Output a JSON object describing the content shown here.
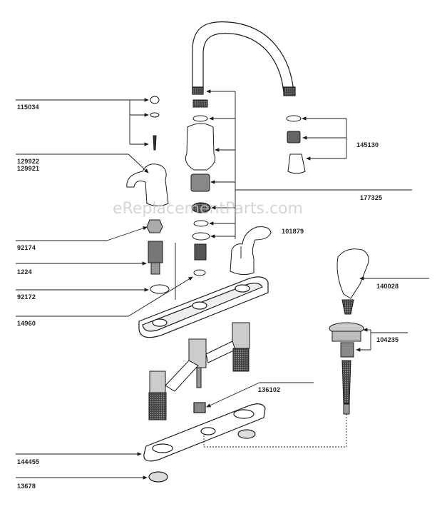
{
  "watermark": "eReplacementParts.com",
  "part_labels": {
    "p115034": "115034",
    "p129922": "129922",
    "p129921": "129921",
    "p92174": "92174",
    "p1224": "1224",
    "p92172": "92172",
    "p14960": "14960",
    "p145130": "145130",
    "p177325": "177325",
    "p101879": "101879",
    "p140028": "140028",
    "p104235": "104235",
    "p136102": "136102",
    "p144455": "144455",
    "p13678": "13678"
  },
  "colors": {
    "line": "#1a1a1a",
    "part_fill": "#ffffff",
    "dark_part": "#555555",
    "watermark": "#c8c8c8"
  }
}
